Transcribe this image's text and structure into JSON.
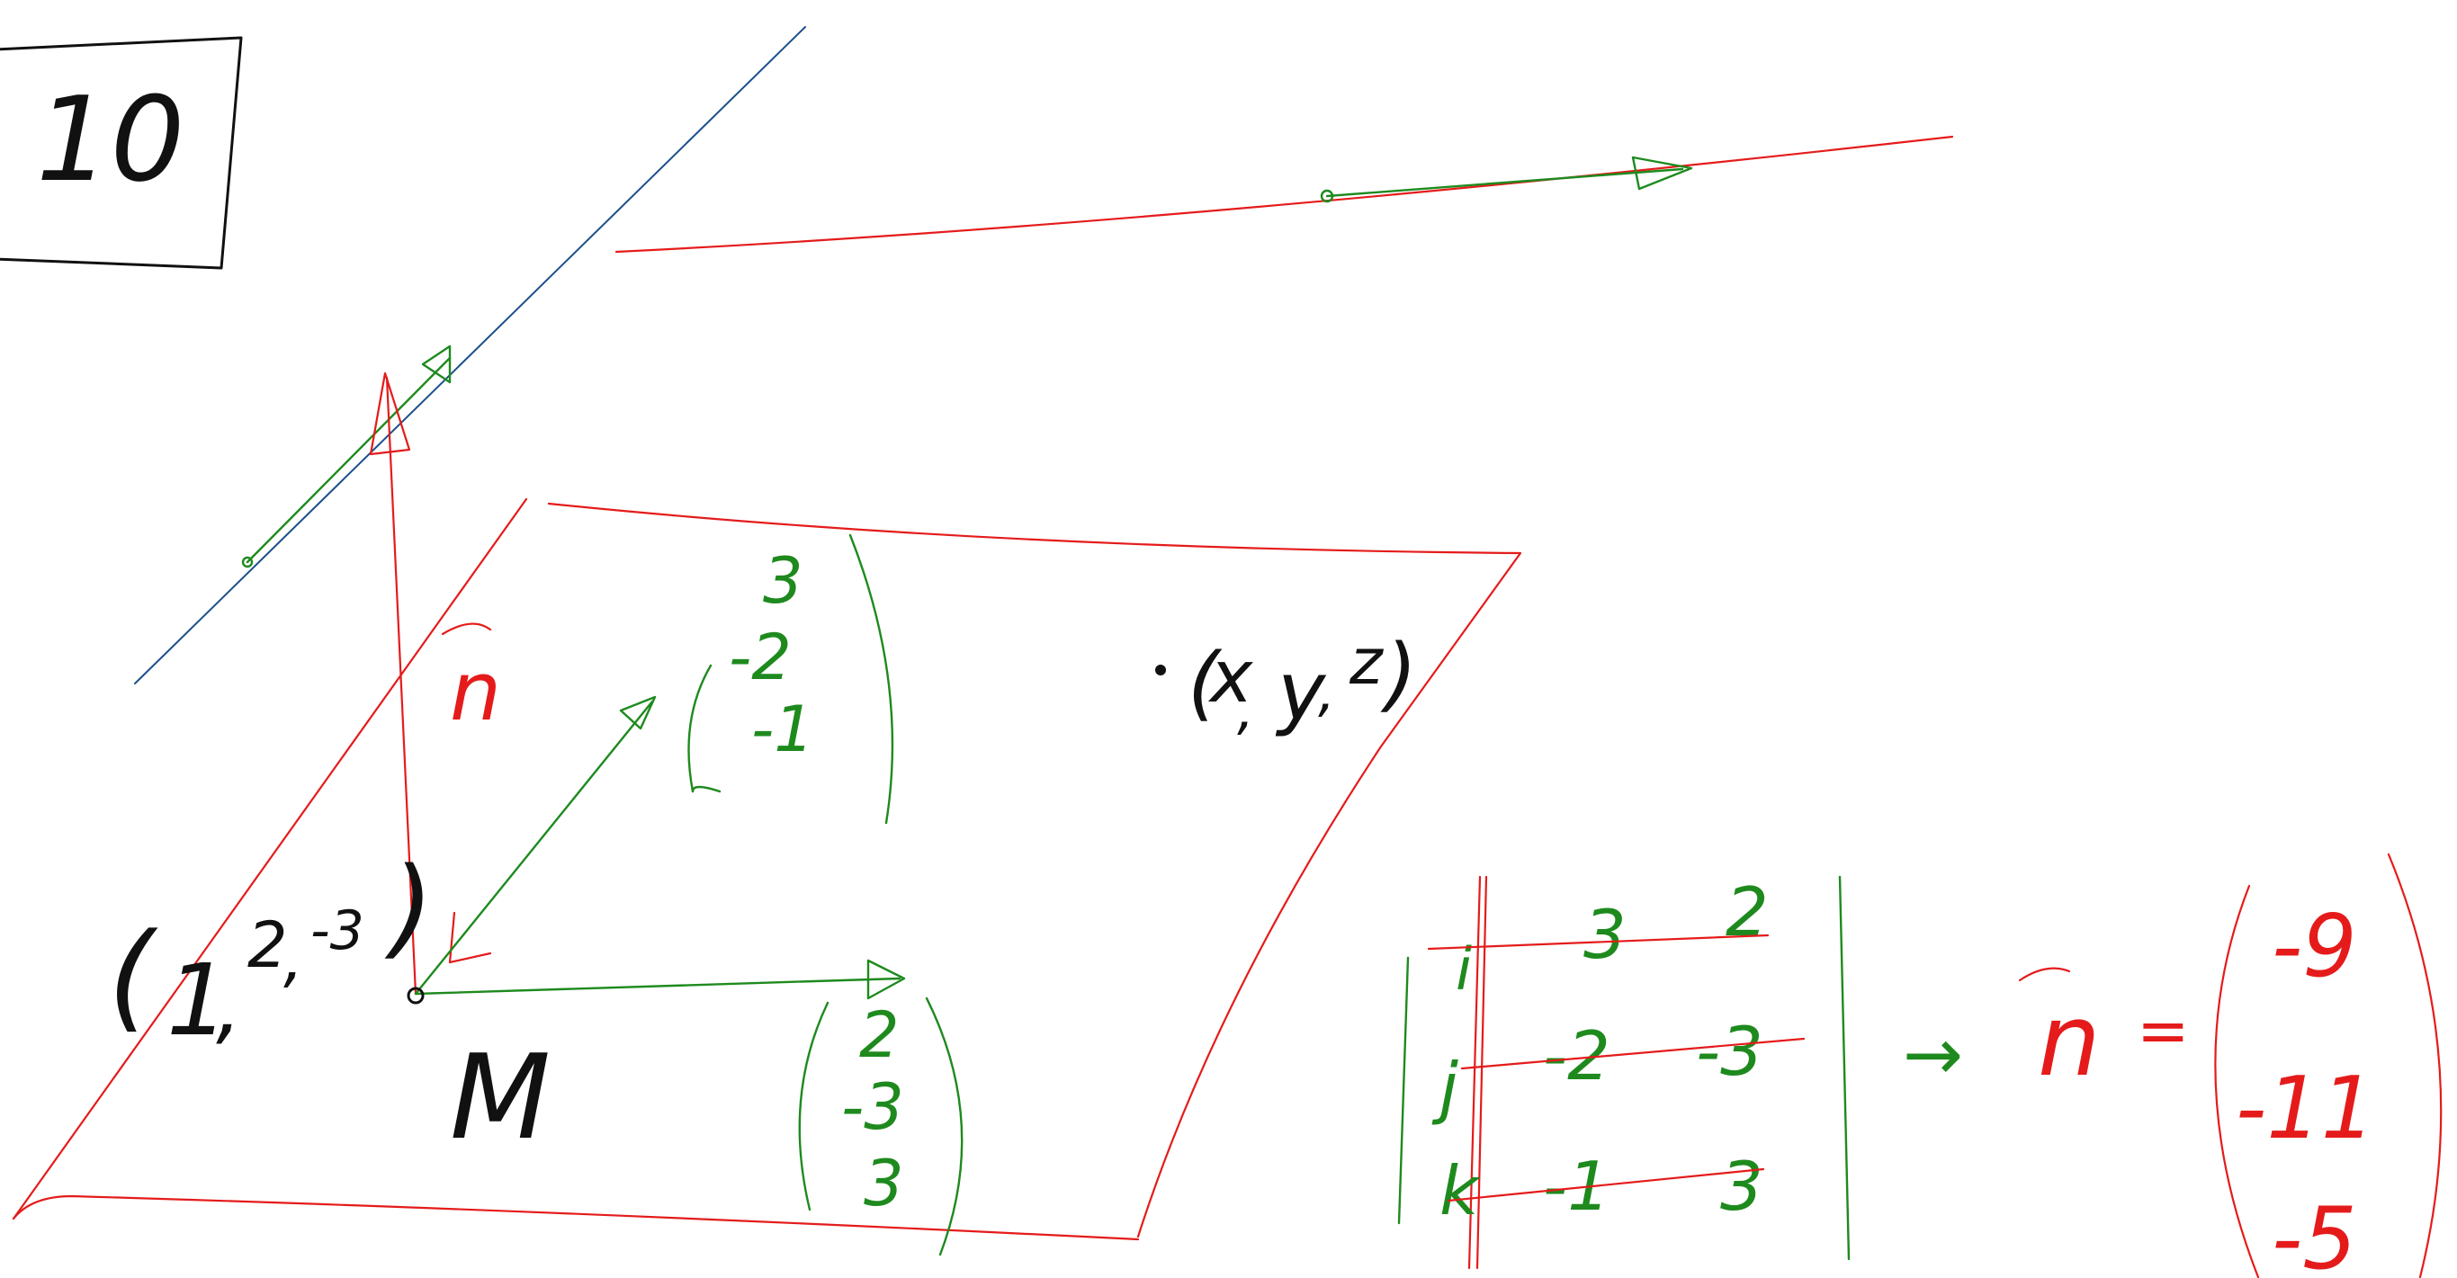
{
  "exercise_label": "10",
  "point_M": {
    "name": "M",
    "coords": [
      "1",
      "2",
      "-3"
    ]
  },
  "normal_symbol": "n",
  "general_point": {
    "coords": [
      "x",
      "y",
      "z"
    ]
  },
  "vector_u": [
    "3",
    "-2",
    "-1"
  ],
  "vector_v": [
    "2",
    "-3",
    "3"
  ],
  "determinant": {
    "unit_vectors": [
      "i",
      "j",
      "k"
    ],
    "col1": [
      "3",
      "-2",
      "-1"
    ],
    "col2": [
      "2",
      "-3",
      "3"
    ]
  },
  "result": {
    "arrow": "→",
    "lhs": "n",
    "equals": "=",
    "values": [
      "-9",
      "-11",
      "-5"
    ]
  },
  "colors": {
    "plane": "#e51b1b",
    "vectors": "#1e8a1e",
    "line": "#1b4f8c",
    "ink": "#111111"
  }
}
